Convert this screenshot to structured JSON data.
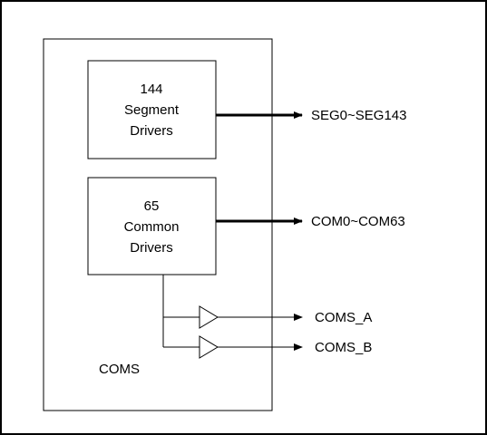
{
  "diagram": {
    "segment_driver": {
      "line1": "144",
      "line2": "Segment",
      "line3": "Drivers"
    },
    "common_driver": {
      "line1": "65",
      "line2": "Common",
      "line3": "Drivers"
    },
    "outputs": {
      "seg": "SEG0~SEG143",
      "com": "COM0~COM63",
      "coms_a": "COMS_A",
      "coms_b": "COMS_B"
    },
    "coms_label": "COMS"
  }
}
